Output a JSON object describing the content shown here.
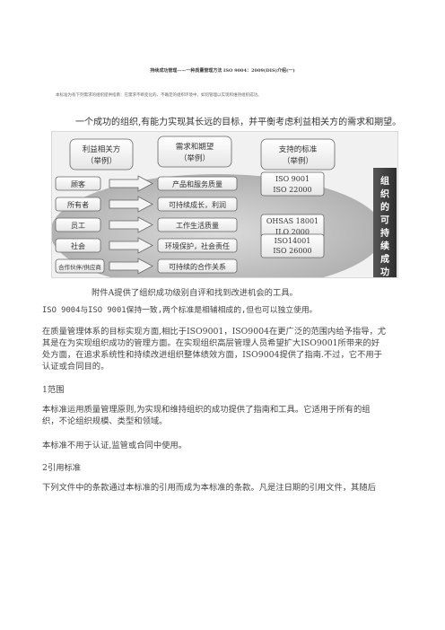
{
  "doc": {
    "title": "持续成功管理——一种质量管理方法 ISO 9004：2009(DIS)介绍(一)",
    "subtitle": "本标准为有下列需求的组织提供指南：在需求不断变化的、不确定的组织环境中，如何管理以实现和维持组织成功。",
    "lead": "一个成功的组织,有能力实现其长远的目标，并平衡考虑利益相关方的需求和期望。"
  },
  "figure": {
    "headers": [
      {
        "line1": "利益相关方",
        "line2": "（举例）"
      },
      {
        "line1": "需求和期望",
        "line2": "（举例）"
      },
      {
        "line1": "支持的标准",
        "line2": "（举例）"
      }
    ],
    "rows": [
      {
        "party": "顾客",
        "need": "产品和服务质量",
        "std1": "ISO 9001",
        "std2": "ISO 22000"
      },
      {
        "party": "所有者",
        "need": "可持续成长，利润",
        "std1": "",
        "std2": ""
      },
      {
        "party": "员工",
        "need": "工作生活质量",
        "std1": "OHSAS 18001",
        "std2": "ILO 2000"
      },
      {
        "party": "社会",
        "need": "环境保护，社会责任",
        "std1": "ISO14001",
        "std2": "ISO 26000"
      },
      {
        "party": "合作伙伴/供应商",
        "need": "可持续的合作关系",
        "std1": "",
        "std2": ""
      }
    ],
    "side_label": "组织的可持续成功"
  },
  "body": {
    "p1": "附件A提供了组织成功级别自评和找到改进机会的工具。",
    "p2": "ISO 9004与ISO 9001保持一致,两个标准是相辅相成的,但也可以独立使用。",
    "p3_l1": "在质量管理体系的目标实现方面,相比于ISO9001，ISO9004在更广泛的范围内给予指导，尤",
    "p3_l2": "其是在为实现组织成功的管理方面。在实现组织高层管理人员希望扩大ISO9001所带来的好",
    "p3_l3": "处方面，在追求系统性和持续改进组织整体绩效方面，ISO9004提供了指南.不过，它不用于",
    "p3_l4": "认证或合同目的。",
    "h1": "1范围",
    "p4_l1": "本标准运用质量管理原则,为实现和维持组织的成功提供了指南和工具。它适用于所有的组",
    "p4_l2": "织，不论组织规模、类型和领域。",
    "p5": "本标准不用于认证,监管或合同中使用。",
    "h2": "2引用标准",
    "p6": "下列文件中的条款通过本标准的引用而成为本标准的条款。凡是注日期的引用文件，其随后"
  }
}
